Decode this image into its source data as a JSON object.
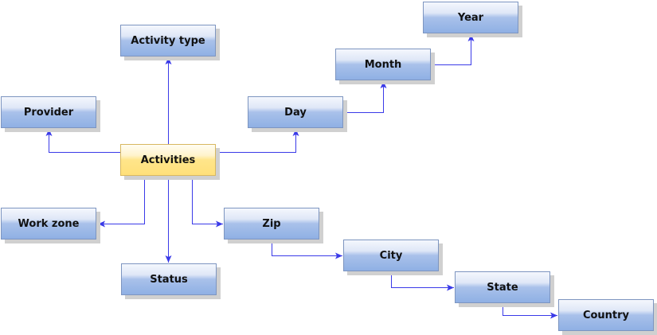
{
  "colors": {
    "edge": "#3a3ae8",
    "center": "#ffe58a",
    "node": "#9ab7e6"
  },
  "nodes": {
    "activities": "Activities",
    "activity_type": "Activity type",
    "provider": "Provider",
    "day": "Day",
    "month": "Month",
    "year": "Year",
    "work_zone": "Work zone",
    "status": "Status",
    "zip": "Zip",
    "city": "City",
    "state": "State",
    "country": "Country"
  },
  "edges": [
    [
      "activities",
      "activity_type"
    ],
    [
      "activities",
      "provider"
    ],
    [
      "activities",
      "day"
    ],
    [
      "day",
      "month"
    ],
    [
      "month",
      "year"
    ],
    [
      "activities",
      "work_zone"
    ],
    [
      "activities",
      "status"
    ],
    [
      "activities",
      "zip"
    ],
    [
      "zip",
      "city"
    ],
    [
      "city",
      "state"
    ],
    [
      "state",
      "country"
    ]
  ]
}
